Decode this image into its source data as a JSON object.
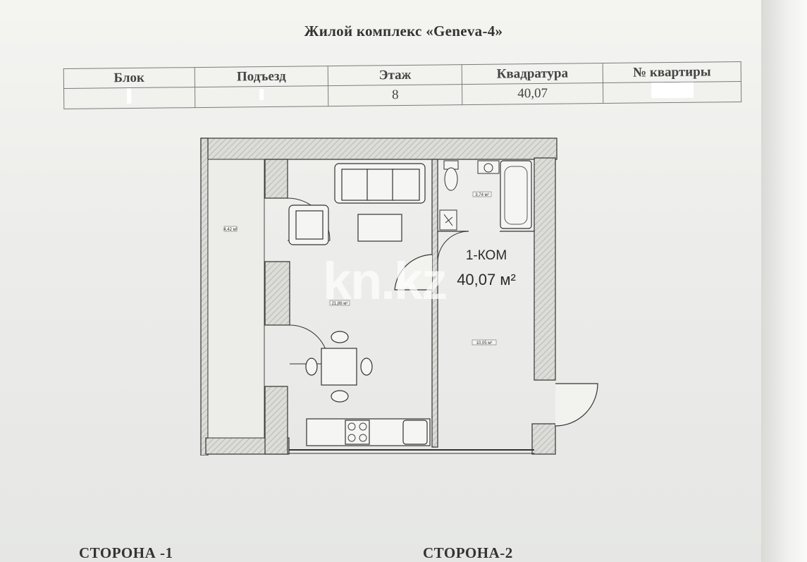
{
  "document": {
    "title": "Жилой комплекс «Geneva-4»"
  },
  "info_table": {
    "headers": [
      "Блок",
      "Подъезд",
      "Этаж",
      "Квадратура",
      "№ квартиры"
    ],
    "values": [
      "",
      "",
      "8",
      "40,07",
      ""
    ]
  },
  "plan": {
    "type_label": "1-КОМ",
    "area_label": "40,07 м²",
    "room_areas": {
      "balcony": "4,42 м²",
      "living": "21,86 м²",
      "bathroom": "3,74 м²",
      "hall": "10,05 м²"
    }
  },
  "watermark": "kn.kz",
  "sides": {
    "side1": "СТОРОНА -1",
    "side2": "СТОРОНА-2"
  },
  "colors": {
    "wall": "#d4d4d0",
    "line": "#2f2f2f"
  }
}
